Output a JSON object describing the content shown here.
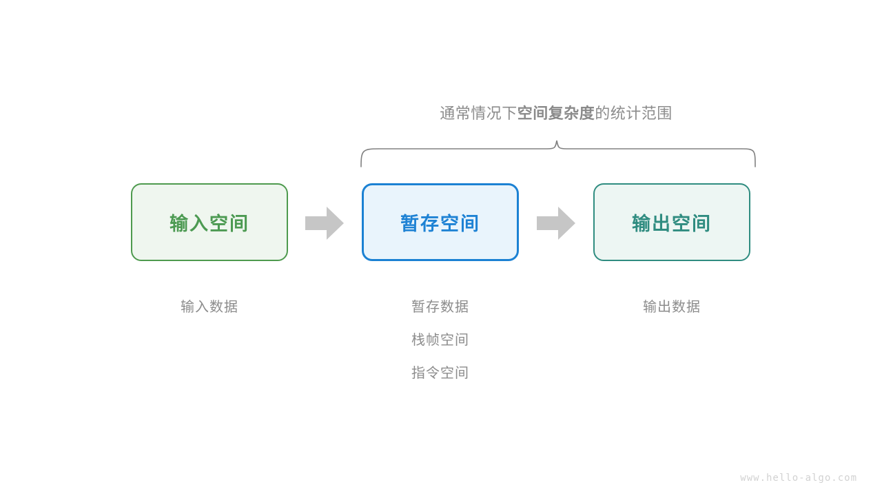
{
  "caption": {
    "prefix": "通常情况下",
    "emphasis": "空间复杂度",
    "suffix": "的统计范围"
  },
  "boxes": [
    {
      "name": "input-space",
      "title": "输入空间",
      "border_color": "#4e9a4e",
      "fill_color": "#eff6ef",
      "text_color": "#4c9a52",
      "sublabels": [
        "输入数据"
      ]
    },
    {
      "name": "buffer-space",
      "title": "暂存空间",
      "border_color": "#1b81d3",
      "fill_color": "#e9f4fc",
      "text_color": "#1e82d4",
      "sublabels": [
        "暂存数据",
        "栈帧空间",
        "指令空间"
      ]
    },
    {
      "name": "output-space",
      "title": "输出空间",
      "border_color": "#2f8c80",
      "fill_color": "#edf6f3",
      "text_color": "#2f8c80",
      "sublabels": [
        "输出数据"
      ]
    }
  ],
  "arrows": {
    "color": "#c6c6c6",
    "count": 2
  },
  "brace": {
    "color": "#808080",
    "spans_boxes": [
      "buffer-space",
      "output-space"
    ]
  },
  "watermark": {
    "text": "www.hello-algo.com",
    "color": "#d2d2d2"
  },
  "background_color": "#ffffff"
}
